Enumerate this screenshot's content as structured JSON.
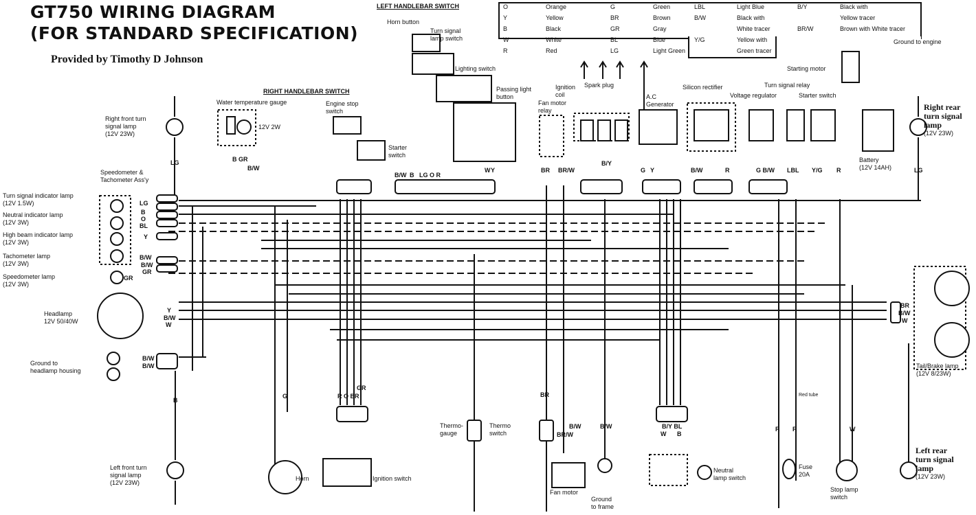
{
  "header": {
    "title_line1": "GT750 WIRING DIAGRAM",
    "title_line2": "(FOR STANDARD SPECIFICATION)",
    "credit": "Provided by Timothy D Johnson"
  },
  "legend": {
    "columns": [
      [
        {
          "code": "O",
          "color": "Orange"
        },
        {
          "code": "Y",
          "color": "Yellow"
        },
        {
          "code": "B",
          "color": "Black"
        },
        {
          "code": "W",
          "color": "White"
        },
        {
          "code": "R",
          "color": "Red"
        }
      ],
      [
        {
          "code": "G",
          "color": "Green"
        },
        {
          "code": "BR",
          "color": "Brown"
        },
        {
          "code": "GR",
          "color": "Gray"
        },
        {
          "code": "BL",
          "color": "Blue"
        },
        {
          "code": "LG",
          "color": "Light Green"
        }
      ],
      [
        {
          "code": "LBL",
          "color": "Light Blue"
        },
        {
          "code": "B/W",
          "color": "Black with",
          "color2": "White tracer"
        },
        {
          "code": "Y/G",
          "color": "Yellow with",
          "color2": "Green tracer"
        }
      ],
      [
        {
          "code": "B/Y",
          "color": "Black with",
          "color2": "Yellow tracer"
        },
        {
          "code": "BR/W",
          "color": "Brown with White tracer"
        }
      ]
    ]
  },
  "sections": {
    "left_handlebar_switch": "LEFT HANDLEBAR SWITCH",
    "right_handlebar_switch": "RIGHT HANDLEBAR SWITCH"
  },
  "components": {
    "right_front_turn": [
      "Right front turn",
      "signal lamp",
      "(12V 23W)"
    ],
    "speedo_tacho": [
      "Speedometer &",
      "Tachometer Ass'y"
    ],
    "turn_indicator": [
      "Turn signal indicator lamp",
      "(12V 1.5W)"
    ],
    "neutral_indicator": [
      "Neutral indicator lamp",
      "(12V 3W)"
    ],
    "high_beam_indicator": [
      "High beam indicator lamp",
      "(12V 3W)"
    ],
    "tacho_lamp": [
      "Tachometer lamp",
      "(12V 3W)"
    ],
    "speedo_lamp": [
      "Speedometer lamp",
      "(12V 3W)"
    ],
    "headlamp": [
      "Headlamp",
      "12V 50/40W"
    ],
    "ground_headlamp": [
      "Ground to",
      "headlamp housing"
    ],
    "left_front_turn": [
      "Left front turn",
      "signal lamp",
      "(12V 23W)"
    ],
    "water_temp_gauge": "Water temperature gauge",
    "water_temp_lamp": "12V 2W",
    "engine_stop": [
      "Engine stop",
      "switch"
    ],
    "starter_switch_lh": [
      "Starter",
      "switch"
    ],
    "horn_button": "Horn button",
    "turn_signal_switch": [
      "Turn signal",
      "lamp switch"
    ],
    "lighting_switch": "Lighting switch",
    "passing_light": [
      "Passing light",
      "button"
    ],
    "fan_motor_relay": [
      "Fan motor",
      "relay"
    ],
    "ignition_coil": [
      "Ignition",
      "coil"
    ],
    "spark_plug": "Spark plug",
    "ac_generator": [
      "A.C",
      "Generator"
    ],
    "silicon_rectifier": "Silicon rectifier",
    "voltage_regulator": "Voltage regulator",
    "turn_signal_relay": "Turn signal relay",
    "starter_switch": "Starter switch",
    "starting_motor": "Starting motor",
    "ground_engine": "Ground to engine",
    "battery": [
      "Battery",
      "(12V 14AH)"
    ],
    "right_rear_turn": [
      "Right rear",
      "turn signal",
      "lamp",
      "(12V 23W)"
    ],
    "tail_brake": [
      "Tail/Brake lamp",
      "(12V 8/23W)"
    ],
    "horn": "Horn",
    "ignition_switch": "Ignition switch",
    "thermo_gauge": [
      "Thermo-",
      "gauge"
    ],
    "thermo_switch": [
      "Thermo",
      "switch"
    ],
    "fan_motor": "Fan motor",
    "ground_frame": [
      "Ground",
      "to frame"
    ],
    "neutral_switch": [
      "Neutral",
      "lamp switch"
    ],
    "fuse": [
      "Fuse",
      "20A"
    ],
    "stop_lamp_switch": [
      "Stop lamp",
      "switch"
    ],
    "left_rear_turn": [
      "Left rear",
      "turn signal",
      "lamp",
      "(12V 23W)"
    ],
    "red_tube": "Red tube"
  },
  "wire_codes": {
    "lg": "LG",
    "b": "B",
    "o": "O",
    "bl": "BL",
    "y": "Y",
    "bw": "B/W",
    "gr": "GR",
    "w": "W",
    "g": "G",
    "r": "R",
    "br": "BR",
    "brw": "BR/W",
    "by": "B/Y",
    "lbl": "LBL",
    "yg": "Y/G",
    "gbw": "G B/W",
    "lgior": "LG O R",
    "rogr": "R O BR",
    "bybl": "B/Y BL"
  }
}
